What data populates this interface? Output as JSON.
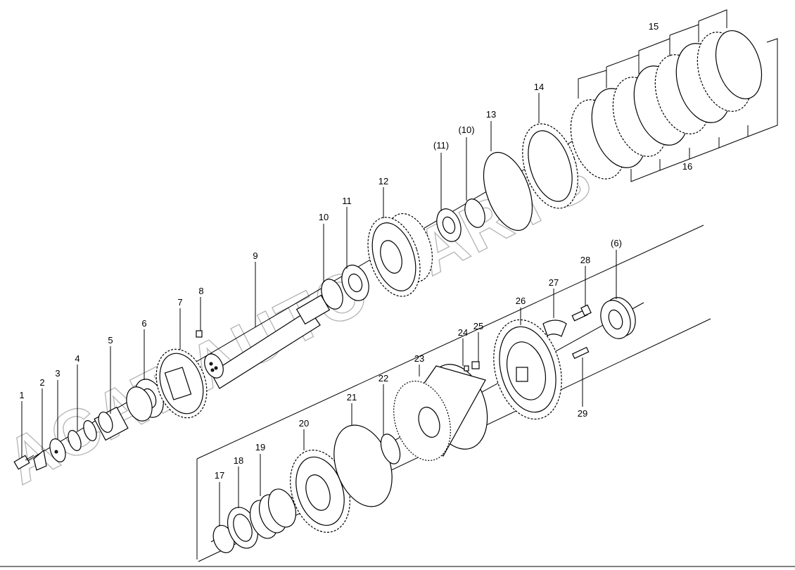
{
  "watermark": "ACAT AUTO PARTS",
  "labels": [
    "1",
    "2",
    "3",
    "4",
    "5",
    "6",
    "7",
    "8",
    "9",
    "10",
    "11",
    "12",
    "(11)",
    "(10)",
    "13",
    "14",
    "15",
    "16",
    "17",
    "18",
    "19",
    "20",
    "21",
    "22",
    "23",
    "24",
    "25",
    "26",
    "27",
    "28",
    "(6)",
    "29"
  ],
  "colors": {
    "ink": "#000000",
    "paper": "#ffffff",
    "watermark": "#777777"
  }
}
